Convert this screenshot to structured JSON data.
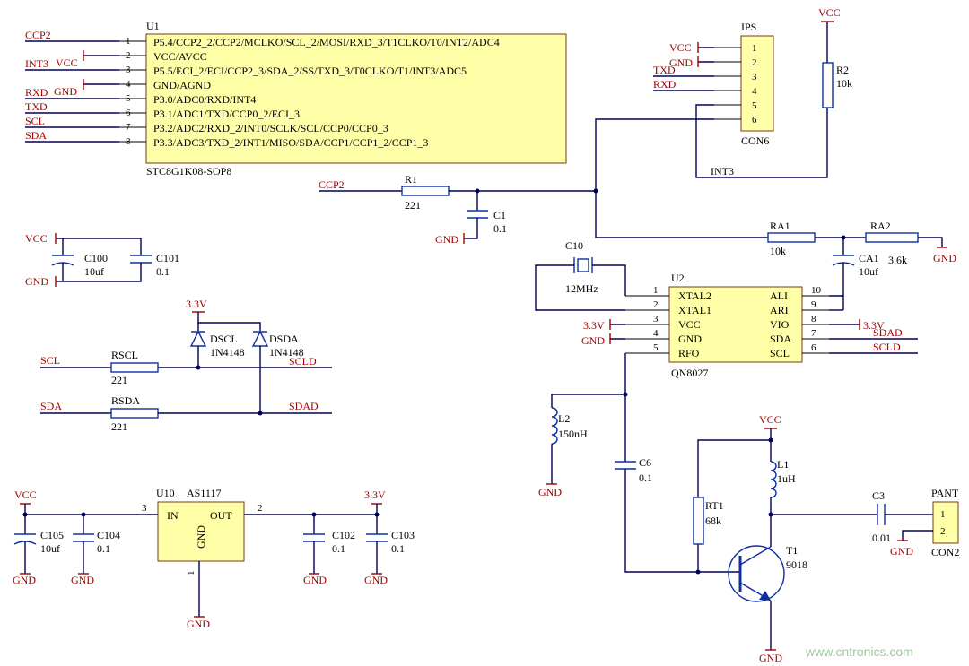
{
  "u1": {
    "ref": "U1",
    "part": "STC8G1K08-SOP8",
    "pins": [
      {
        "num": "1",
        "name": "P5.4/CCP2_2/CCP2/MCLKO/SCL_2/MOSI/RXD_3/T1CLKO/T0/INT2/ADC4",
        "net": "CCP2"
      },
      {
        "num": "2",
        "name": "VCC/AVCC",
        "net": "VCC"
      },
      {
        "num": "3",
        "name": "P5.5/ECI_2/ECI/CCP2_3/SDA_2/SS/TXD_3/T0CLKO/T1/INT3/ADC5",
        "net": "INT3"
      },
      {
        "num": "4",
        "name": "GND/AGND",
        "net": "GND"
      },
      {
        "num": "5",
        "name": "P3.0/ADC0/RXD/INT4",
        "net": "RXD"
      },
      {
        "num": "6",
        "name": "P3.1/ADC1/TXD/CCP0_2/ECI_3",
        "net": "TXD"
      },
      {
        "num": "7",
        "name": "P3.2/ADC2/RXD_2/INT0/SCLK/SCL/CCP0/CCP0_3",
        "net": "SCL"
      },
      {
        "num": "8",
        "name": "P3.3/ADC3/TXD_2/INT1/MISO/SDA/CCP1/CCP1_2/CCP1_3",
        "net": "SDA"
      }
    ]
  },
  "ips": {
    "ref": "IPS",
    "part": "CON6",
    "pins": [
      {
        "num": "1",
        "net": "VCC"
      },
      {
        "num": "2",
        "net": "GND"
      },
      {
        "num": "3",
        "net": "TXD"
      },
      {
        "num": "4",
        "net": "RXD"
      },
      {
        "num": "5",
        "net": ""
      },
      {
        "num": "6",
        "net": ""
      }
    ]
  },
  "r2": {
    "ref": "R2",
    "value": "10k",
    "top_net": "VCC",
    "bottom_net": "INT3"
  },
  "r1": {
    "ref": "R1",
    "value": "221",
    "net_left": "CCP2"
  },
  "c1": {
    "ref": "C1",
    "value": "0.1",
    "gnd": "GND"
  },
  "ra1": {
    "ref": "RA1",
    "value": "10k"
  },
  "ra2": {
    "ref": "RA2",
    "value": "3.6k",
    "gnd": "GND"
  },
  "ca1": {
    "ref": "CA1",
    "value": "10uf"
  },
  "c10": {
    "ref": "C10",
    "value": "12MHz"
  },
  "u2": {
    "ref": "U2",
    "part": "QN8027",
    "left_pins": [
      {
        "num": "1",
        "name": "XTAL2",
        "net": ""
      },
      {
        "num": "2",
        "name": "XTAL1",
        "net": ""
      },
      {
        "num": "3",
        "name": "VCC",
        "net": "3.3V"
      },
      {
        "num": "4",
        "name": "GND",
        "net": "GND"
      },
      {
        "num": "5",
        "name": "RFO",
        "net": ""
      }
    ],
    "right_pins": [
      {
        "num": "10",
        "name": "ALI",
        "net": ""
      },
      {
        "num": "9",
        "name": "ARI",
        "net": ""
      },
      {
        "num": "8",
        "name": "VIO",
        "net": "3.3V"
      },
      {
        "num": "7",
        "name": "SDA",
        "net": "SDAD"
      },
      {
        "num": "6",
        "name": "SCL",
        "net": "SCLD"
      }
    ]
  },
  "decouple": {
    "vcc": "VCC",
    "gnd": "GND",
    "c100": {
      "ref": "C100",
      "value": "10uf"
    },
    "c101": {
      "ref": "C101",
      "value": "0.1"
    }
  },
  "level": {
    "rail": "3.3V",
    "dscl": {
      "ref": "DSCL",
      "part": "1N4148"
    },
    "dsda": {
      "ref": "DSDA",
      "part": "1N4148"
    },
    "rscl": {
      "ref": "RSCL",
      "value": "221"
    },
    "rsda": {
      "ref": "RSDA",
      "value": "221"
    },
    "nets": {
      "scl": "SCL",
      "sda": "SDA",
      "scld": "SCLD",
      "sdad": "SDAD"
    }
  },
  "reg": {
    "ref": "U10",
    "part": "AS1117",
    "in": "IN",
    "out": "OUT",
    "gndpin": "GND",
    "pin_in": "3",
    "pin_out": "2",
    "pin_gnd": "1",
    "vin": "VCC",
    "vout": "3.3V",
    "gnd": "GND",
    "c105": {
      "ref": "C105",
      "value": "10uf"
    },
    "c104": {
      "ref": "C104",
      "value": "0.1"
    },
    "c102": {
      "ref": "C102",
      "value": "0.1"
    },
    "c103": {
      "ref": "C103",
      "value": "0.1"
    }
  },
  "rf": {
    "l2": {
      "ref": "L2",
      "value": "150nH"
    },
    "c6": {
      "ref": "C6",
      "value": "0.1"
    },
    "rt1": {
      "ref": "RT1",
      "value": "68k"
    },
    "l1": {
      "ref": "L1",
      "value": "1uH"
    },
    "t1": {
      "ref": "T1",
      "value": "9018"
    },
    "c3": {
      "ref": "C3",
      "value": "0.01"
    },
    "pant": {
      "ref": "PANT",
      "part": "CON2",
      "pin1": "1",
      "pin2": "2"
    },
    "vcc": "VCC",
    "gnd": "GND"
  },
  "watermark": "www.cntronics.com",
  "colors": {
    "wire": "#00005a",
    "net_label": "#a00000",
    "chip_fill": "#ffffa8",
    "chip_border": "#7a3a14",
    "component": "#1030a0"
  }
}
